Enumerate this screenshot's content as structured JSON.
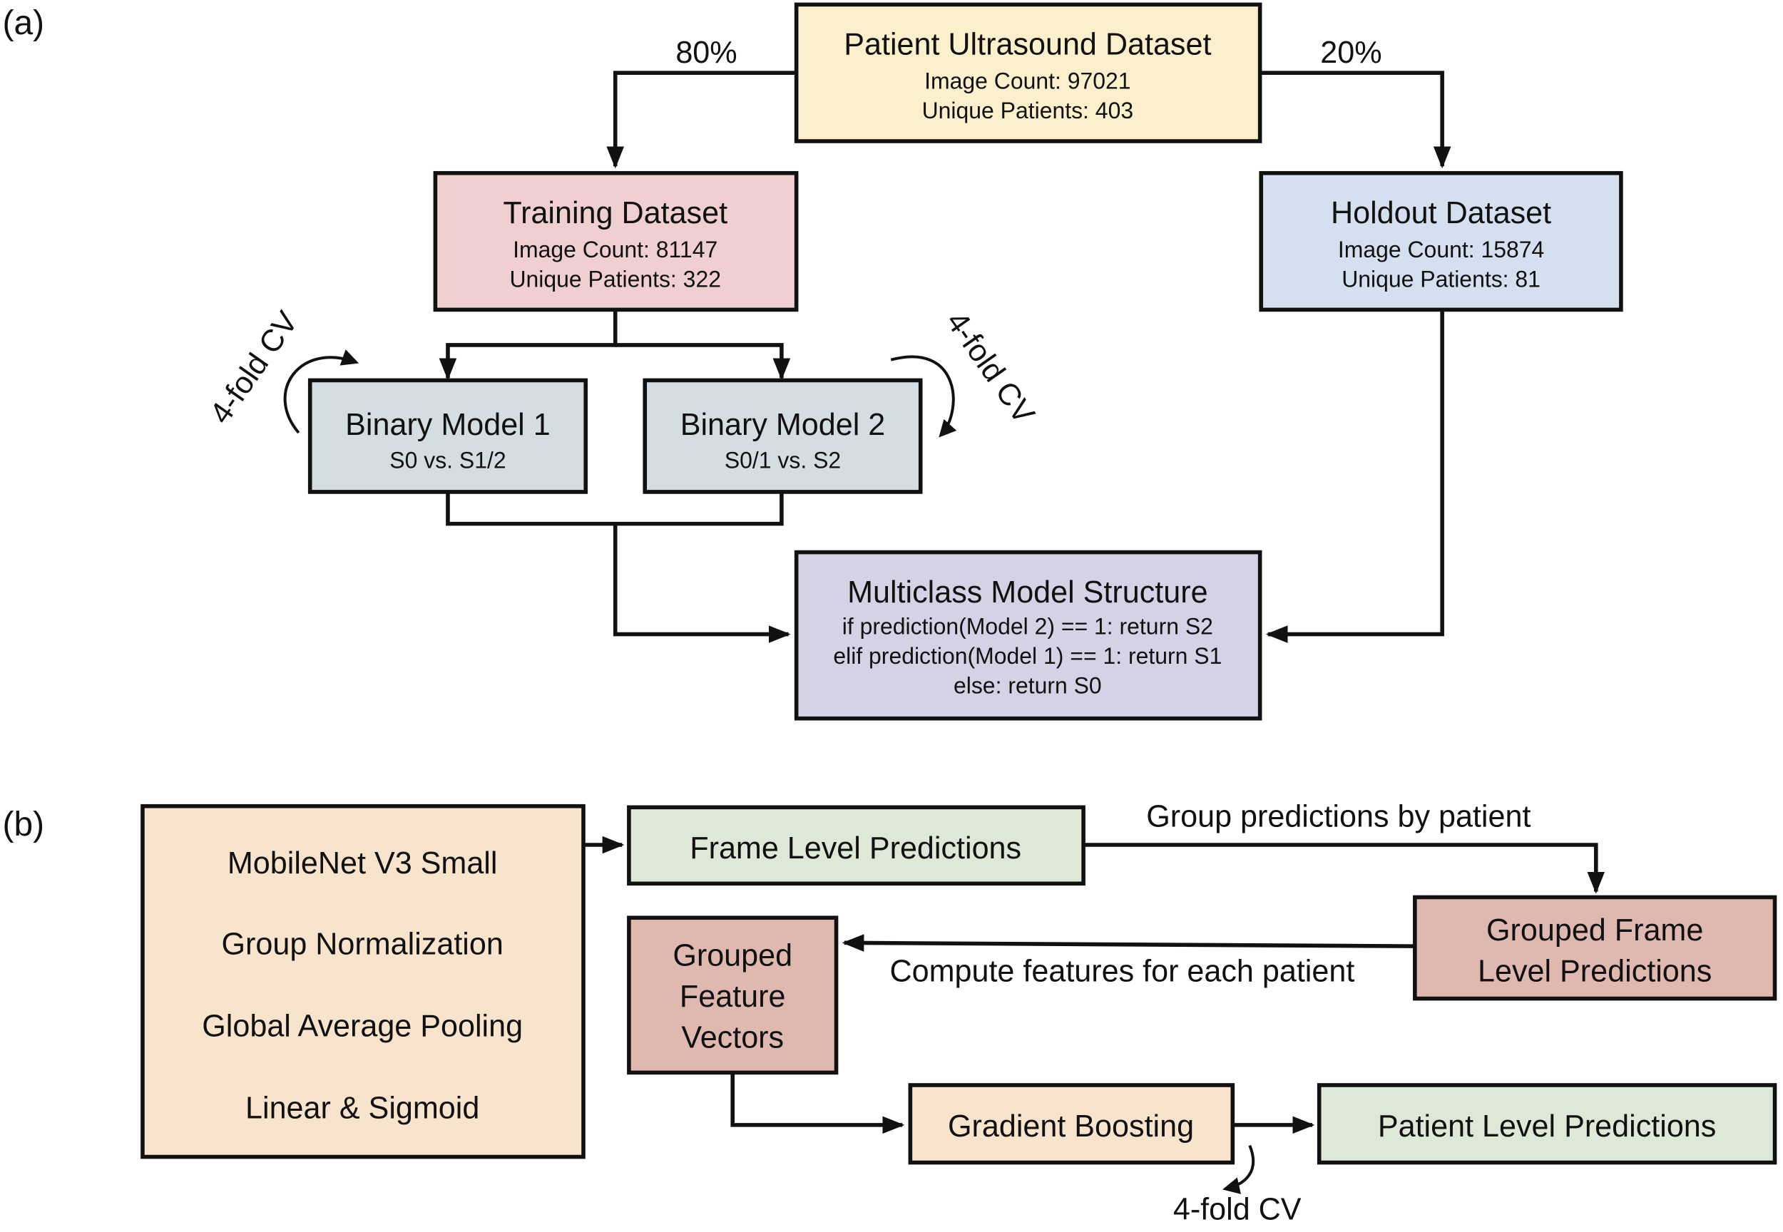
{
  "panels": {
    "a_label": "(a)",
    "b_label": "(b)"
  },
  "colors": {
    "patient": "#fcf0cc",
    "training": "#efcfcf",
    "holdout": "#d4e0ef",
    "binary": "#d3dde2",
    "multiclass": "#d6d1e4",
    "peach": "#f8e3cc",
    "green": "#dde8d6",
    "rose": "#dfb8b0"
  },
  "panel_a": {
    "patient_dataset": {
      "title": "Patient Ultrasound Dataset",
      "line1": "Image Count: 97021",
      "line2": "Unique Patients: 403"
    },
    "split_train_label": "80%",
    "split_holdout_label": "20%",
    "training_dataset": {
      "title": "Training Dataset",
      "line1": "Image Count: 81147",
      "line2": "Unique Patients: 322"
    },
    "holdout_dataset": {
      "title": "Holdout Dataset",
      "line1": "Image Count: 15874",
      "line2": "Unique Patients: 81"
    },
    "binary_model_1": {
      "title": "Binary Model 1",
      "line1": "S0 vs. S1/2"
    },
    "binary_model_2": {
      "title": "Binary Model 2",
      "line1": "S0/1 vs. S2"
    },
    "cv_label_left": "4-fold CV",
    "cv_label_right": "4-fold CV",
    "multiclass": {
      "title": "Multiclass Model Structure",
      "line1": "if prediction(Model 2) == 1: return S2",
      "line2": "elif prediction(Model 1) == 1: return S1",
      "line3": "else: return S0"
    }
  },
  "panel_b": {
    "backbone": {
      "layers": [
        "MobileNet V3 Small",
        "Group Normalization",
        "Global Average Pooling",
        "Linear & Sigmoid"
      ]
    },
    "frame_level": "Frame Level Predictions",
    "group_label": "Group predictions by patient",
    "grouped_frame": {
      "line1": "Grouped Frame",
      "line2": "Level Predictions"
    },
    "compute_label": "Compute features for each patient",
    "grouped_feature": {
      "line1": "Grouped",
      "line2": "Feature",
      "line3": "Vectors"
    },
    "gradient_boosting": "Gradient Boosting",
    "patient_level": "Patient Level Predictions",
    "cv_label": "4-fold CV"
  }
}
